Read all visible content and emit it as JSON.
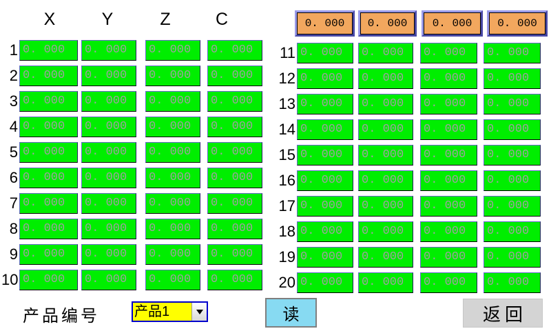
{
  "headers": {
    "columns": [
      "X",
      "Y",
      "Z",
      "C"
    ]
  },
  "top_inputs": {
    "values": [
      "0. 000",
      "0. 000",
      "0. 000",
      "0. 000"
    ]
  },
  "tables": {
    "left": {
      "rows": [
        {
          "index": "1",
          "values": [
            "0. 000",
            "0. 000",
            "0. 000",
            "0. 000"
          ]
        },
        {
          "index": "2",
          "values": [
            "0. 000",
            "0. 000",
            "0. 000",
            "0. 000"
          ]
        },
        {
          "index": "3",
          "values": [
            "0. 000",
            "0. 000",
            "0. 000",
            "0. 000"
          ]
        },
        {
          "index": "4",
          "values": [
            "0. 000",
            "0. 000",
            "0. 000",
            "0. 000"
          ]
        },
        {
          "index": "5",
          "values": [
            "0. 000",
            "0. 000",
            "0. 000",
            "0. 000"
          ]
        },
        {
          "index": "6",
          "values": [
            "0. 000",
            "0. 000",
            "0. 000",
            "0. 000"
          ]
        },
        {
          "index": "7",
          "values": [
            "0. 000",
            "0. 000",
            "0. 000",
            "0. 000"
          ]
        },
        {
          "index": "8",
          "values": [
            "0. 000",
            "0. 000",
            "0. 000",
            "0. 000"
          ]
        },
        {
          "index": "9",
          "values": [
            "0. 000",
            "0. 000",
            "0. 000",
            "0. 000"
          ]
        },
        {
          "index": "10",
          "values": [
            "0. 000",
            "0. 000",
            "0. 000",
            "0. 000"
          ]
        }
      ]
    },
    "right": {
      "rows": [
        {
          "index": "11",
          "values": [
            "0. 000",
            "0. 000",
            "0. 000",
            "0. 000"
          ]
        },
        {
          "index": "12",
          "values": [
            "0. 000",
            "0. 000",
            "0. 000",
            "0. 000"
          ]
        },
        {
          "index": "13",
          "values": [
            "0. 000",
            "0. 000",
            "0. 000",
            "0. 000"
          ]
        },
        {
          "index": "14",
          "values": [
            "0. 000",
            "0. 000",
            "0. 000",
            "0. 000"
          ]
        },
        {
          "index": "15",
          "values": [
            "0. 000",
            "0. 000",
            "0. 000",
            "0. 000"
          ]
        },
        {
          "index": "16",
          "values": [
            "0. 000",
            "0. 000",
            "0. 000",
            "0. 000"
          ]
        },
        {
          "index": "17",
          "values": [
            "0. 000",
            "0. 000",
            "0. 000",
            "0. 000"
          ]
        },
        {
          "index": "18",
          "values": [
            "0. 000",
            "0. 000",
            "0. 000",
            "0. 000"
          ]
        },
        {
          "index": "19",
          "values": [
            "0. 000",
            "0. 000",
            "0. 000",
            "0. 000"
          ]
        },
        {
          "index": "20",
          "values": [
            "0. 000",
            "0. 000",
            "0. 000",
            "0. 000"
          ]
        }
      ]
    }
  },
  "footer": {
    "product_label": "产品编号",
    "product_select": {
      "value": "产品1"
    },
    "read_button": "读",
    "back_button": "返回"
  },
  "colors": {
    "field_green": "#00ee00",
    "field_text_gray": "#a0a0a0",
    "input_orange": "#f2a75e",
    "input_frame_blue": "#4747a3",
    "select_yellow": "#ffff00",
    "select_border_blue": "#0000cc",
    "read_button_blue": "#87daf2",
    "back_button_gray": "#d4d4d4"
  }
}
